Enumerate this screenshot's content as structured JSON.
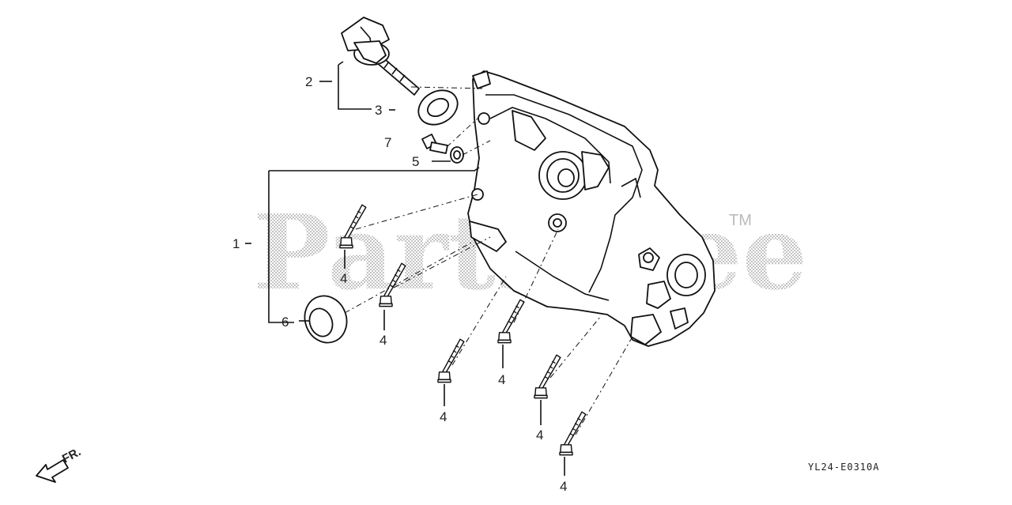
{
  "watermark": {
    "text": "PartsTree",
    "trademark": "TM"
  },
  "diagram_code": "YL24-E0310A",
  "direction_label": "FR.",
  "callouts": {
    "c1": "1",
    "c2": "2",
    "c3": "3",
    "c4a": "4",
    "c4b": "4",
    "c4c": "4",
    "c4d": "4",
    "c4e": "4",
    "c4f": "4",
    "c5": "5",
    "c6": "6",
    "c7": "7"
  }
}
